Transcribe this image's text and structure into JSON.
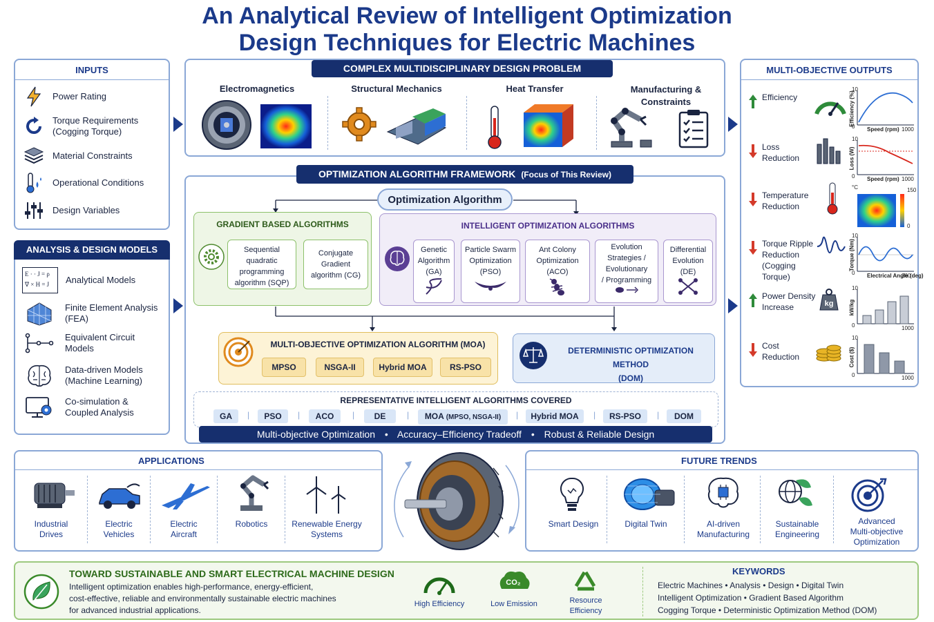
{
  "title": {
    "line1": "An Analytical Review of Intelligent Optimization",
    "line2": "Design Techniques for Electric Machines"
  },
  "inputs": {
    "header": "INPUTS",
    "items": [
      {
        "label": "Power Rating",
        "icon": "lightning-icon"
      },
      {
        "label": "Torque Requirements",
        "label2": "(Cogging Torque)",
        "icon": "rotate-icon"
      },
      {
        "label": "Material Constraints",
        "icon": "layers-icon"
      },
      {
        "label": "Operational Conditions",
        "icon": "thermometer-icon"
      },
      {
        "label": "Design Variables",
        "icon": "sliders-icon"
      }
    ]
  },
  "models": {
    "header": "ANALYSIS & DESIGN MODELS",
    "items": [
      {
        "label": "Analytical Models",
        "label2": "",
        "icon": "equations-icon",
        "eq1": "E · · J = ρ",
        "eq2": "∇ × H = J"
      },
      {
        "label": "Finite Element Analysis",
        "label2": "(FEA)",
        "icon": "mesh-icon"
      },
      {
        "label": "Equivalent Circuit",
        "label2": "Models",
        "icon": "circuit-icon"
      },
      {
        "label": "Data-driven Models",
        "label2": "(Machine Learning)",
        "icon": "brain-icon"
      },
      {
        "label": "Co-simulation &",
        "label2": "Coupled Analysis",
        "icon": "monitor-gear-icon"
      }
    ]
  },
  "problem": {
    "header": "COMPLEX MULTIDISCIPLINARY DESIGN PROBLEM",
    "domains": [
      {
        "label": "Electromagnetics",
        "label2": ""
      },
      {
        "label": "Structural Mechanics",
        "label2": ""
      },
      {
        "label": "Heat Transfer",
        "label2": ""
      },
      {
        "label": "Manufacturing &",
        "label2": "Constraints"
      }
    ]
  },
  "framework": {
    "header": "OPTIMIZATION ALGORITHM FRAMEWORK",
    "header_note": "(Focus of This Review)",
    "root": "Optimization Algorithm",
    "gradient": {
      "title": "GRADIENT BASED ALGORITHMS",
      "algs": [
        {
          "l1": "Sequential quadratic",
          "l2": "programming",
          "l3": "algorithm (SQP)"
        },
        {
          "l1": "Conjugate Gradient",
          "l2": "algorithm (CG)",
          "l3": ""
        }
      ]
    },
    "intelligent": {
      "title": "INTELLIGENT OPTIMIZATION ALGORITHMS",
      "algs": [
        {
          "l1": "Genetic",
          "l2": "Algorithm",
          "l3": "(GA)",
          "l4": "",
          "icon": "dna-icon"
        },
        {
          "l1": "Particle Swarm",
          "l2": "Optimization",
          "l3": "(PSO)",
          "l4": "",
          "icon": "bird-icon"
        },
        {
          "l1": "Ant Colony",
          "l2": "Optimization",
          "l3": "(ACO)",
          "l4": "",
          "icon": "ant-icon"
        },
        {
          "l1": "Evolution",
          "l2": "Strategies /",
          "l3": "Evolutionary",
          "l4": "/ Programming",
          "icon": "evolution-icon"
        },
        {
          "l1": "Differential",
          "l2": "Evolution",
          "l3": "(DE)",
          "l4": "",
          "icon": "crossover-icon"
        }
      ]
    },
    "moa": {
      "title": "MULTI-OBJECTIVE OPTIMIZATION ALGORITHM (MOA)",
      "chips": [
        "MPSO",
        "NSGA-II",
        "Hybrid MOA",
        "RS-PSO"
      ]
    },
    "dom": {
      "title": "DETERMINISTIC OPTIMIZATION METHOD",
      "title2": "(DOM)"
    },
    "covered": {
      "title": "REPRESENTATIVE INTELLIGENT ALGORITHMS COVERED",
      "chips": [
        "GA",
        "PSO",
        "ACO",
        "DE",
        "MOA",
        "Hybrid MOA",
        "RS-PSO",
        "DOM"
      ],
      "moa_note": "(MPSO, NSGA-II)"
    },
    "banner": [
      "Multi-objective Optimization",
      "Accuracy–Efficiency Tradeoff",
      "Robust & Reliable Design"
    ]
  },
  "outputs": {
    "header": "MULTI-OBJECTIVE OUTPUTS",
    "items": [
      {
        "l1": "Efficiency",
        "l2": "",
        "dir": "up",
        "ylabel": "Efficiency (%)",
        "xlabel": "Speed (rpm)",
        "ytop": "10",
        "xmax": "1000"
      },
      {
        "l1": "Loss",
        "l2": "Reduction",
        "dir": "down",
        "ylabel": "Loss (W)",
        "xlabel": "Speed (rpm)",
        "ytop": "10",
        "xmax": "1000"
      },
      {
        "l1": "Temperature",
        "l2": "Reduction",
        "dir": "down",
        "ylabel": "",
        "xlabel": "",
        "ytop": "°C",
        "xmax": "150",
        "xmin": "0"
      },
      {
        "l1": "Torque Ripple",
        "l2": "Reduction",
        "l3": "(Cogging Torque)",
        "dir": "down",
        "ylabel": "Torque (Nm)",
        "xlabel": "Electrical Angle (deg)",
        "ytop": "10",
        "xmax": "360"
      },
      {
        "l1": "Power Density",
        "l2": "Increase",
        "dir": "up",
        "ylabel": "kW/kg",
        "xlabel": "",
        "ytop": "10",
        "xmax": "1000",
        "badge": "kg"
      },
      {
        "l1": "Cost",
        "l2": "Reduction",
        "dir": "down",
        "ylabel": "Cost ($)",
        "xlabel": "",
        "ytop": "10",
        "xmax": "1000"
      }
    ],
    "zero": "0"
  },
  "applications": {
    "header": "APPLICATIONS",
    "items": [
      {
        "l1": "Industrial",
        "l2": "Drives"
      },
      {
        "l1": "Electric",
        "l2": "Vehicles"
      },
      {
        "l1": "Electric",
        "l2": "Aircraft"
      },
      {
        "l1": "Robotics",
        "l2": ""
      },
      {
        "l1": "Renewable Energy",
        "l2": "Systems"
      }
    ]
  },
  "trends": {
    "header": "FUTURE TRENDS",
    "items": [
      {
        "l1": "Smart Design",
        "l2": "",
        "l3": ""
      },
      {
        "l1": "Digital Twin",
        "l2": "",
        "l3": ""
      },
      {
        "l1": "AI-driven",
        "l2": "Manufacturing",
        "l3": ""
      },
      {
        "l1": "Sustainable",
        "l2": "Engineering",
        "l3": ""
      },
      {
        "l1": "Advanced",
        "l2": "Multi-objective",
        "l3": "Optimization"
      }
    ]
  },
  "footer": {
    "title": "TOWARD SUSTAINABLE AND SMART ELECTRICAL MACHINE DESIGN",
    "text1": "Intelligent optimization enables high-performance, energy-efficient,",
    "text2": "cost-effective, reliable and environmentally sustainable electric machines",
    "text3": "for advanced industrial applications.",
    "badges": [
      {
        "l1": "High Efficiency",
        "l2": ""
      },
      {
        "l1": "Low Emission",
        "l2": "",
        "co2": "CO₂"
      },
      {
        "l1": "Resource",
        "l2": "Efficiency"
      }
    ],
    "keywords_title": "KEYWORDS",
    "kw1": "Electric Machines  •  Analysis  •  Design  •  Digital Twin",
    "kw2": "Intelligent Optimization  •  Gradient Based Algorithm",
    "kw3": "Cogging Torque  •  Deterministic Optimization Method (DOM)"
  },
  "colors": {
    "navy": "#162f6e",
    "green": "#6aa84f",
    "purple": "#9a86c8",
    "gold": "#e8c257",
    "up": "#2e8b3a",
    "down": "#d43a2a"
  }
}
